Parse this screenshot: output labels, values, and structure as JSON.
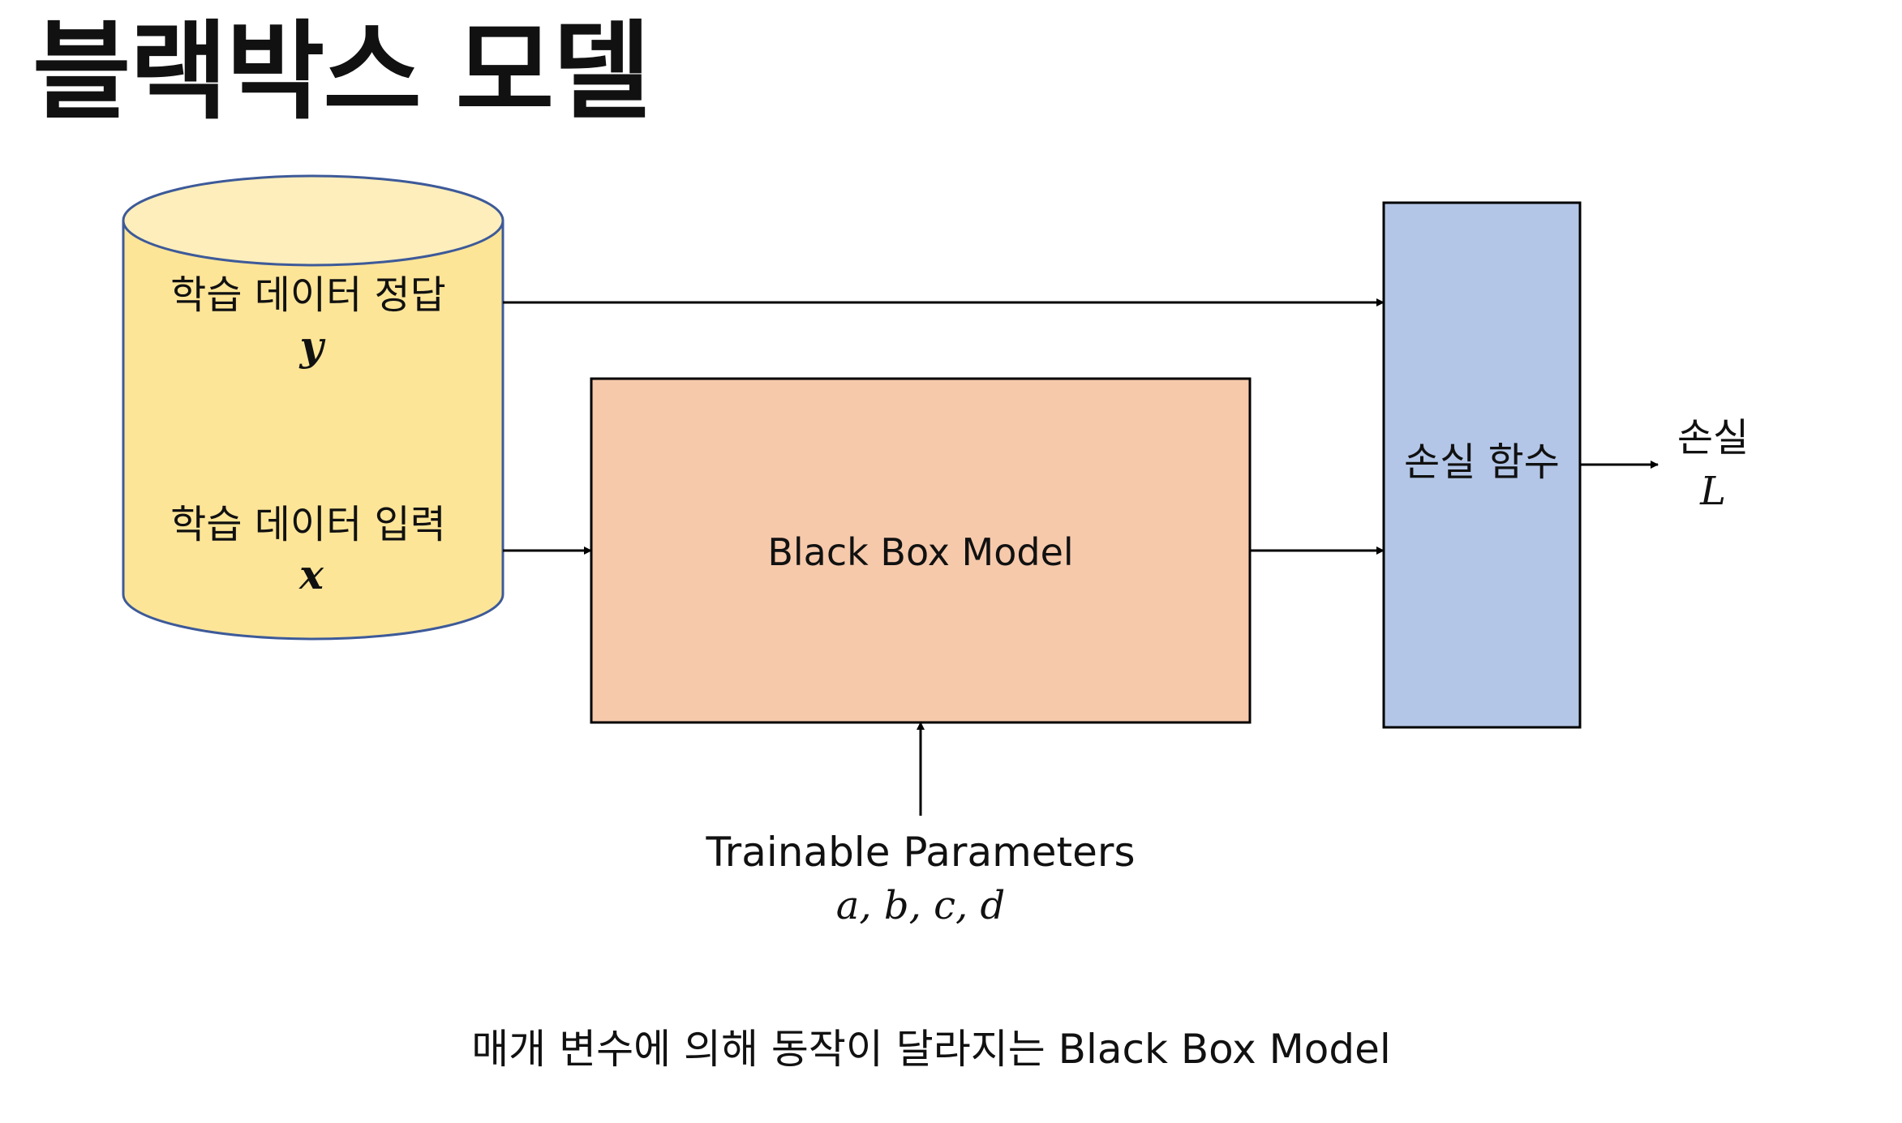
{
  "title": "블랙박스 모델",
  "data_store": {
    "label_target": "학습 데이터 정답",
    "var_target": "y",
    "label_input": "학습 데이터 입력",
    "var_input": "x"
  },
  "model": {
    "label": "Black Box Model"
  },
  "loss_function": {
    "label": "손실 함수"
  },
  "loss_output": {
    "label": "손실",
    "var": "L"
  },
  "parameters": {
    "label": "Trainable Parameters",
    "vars": "a, b, c, d"
  },
  "caption": "매개 변수에 의해 동작이 달라지는 Black Box Model",
  "colors": {
    "cylinder_fill": "#fde598",
    "cylinder_top": "#fdeebb",
    "cylinder_stroke": "#3d5a99",
    "model_fill": "#f6c9ab",
    "loss_fill": "#b3c6e7",
    "line": "#000000"
  }
}
